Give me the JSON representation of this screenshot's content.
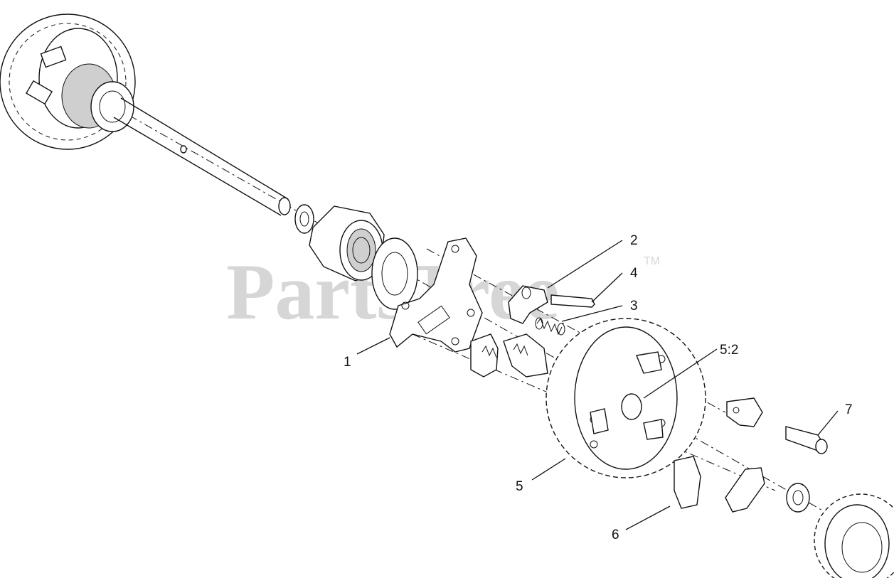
{
  "watermark": {
    "text": "PartsTree",
    "trademark": "TM",
    "color": "#d6d6d6"
  },
  "callouts": {
    "c1": "1",
    "c2": "2",
    "c3": "3",
    "c4": "4",
    "c5": "5",
    "c52": "5:2",
    "c6": "6",
    "c7": "7"
  },
  "colors": {
    "line": "#111111",
    "background": "#ffffff"
  }
}
